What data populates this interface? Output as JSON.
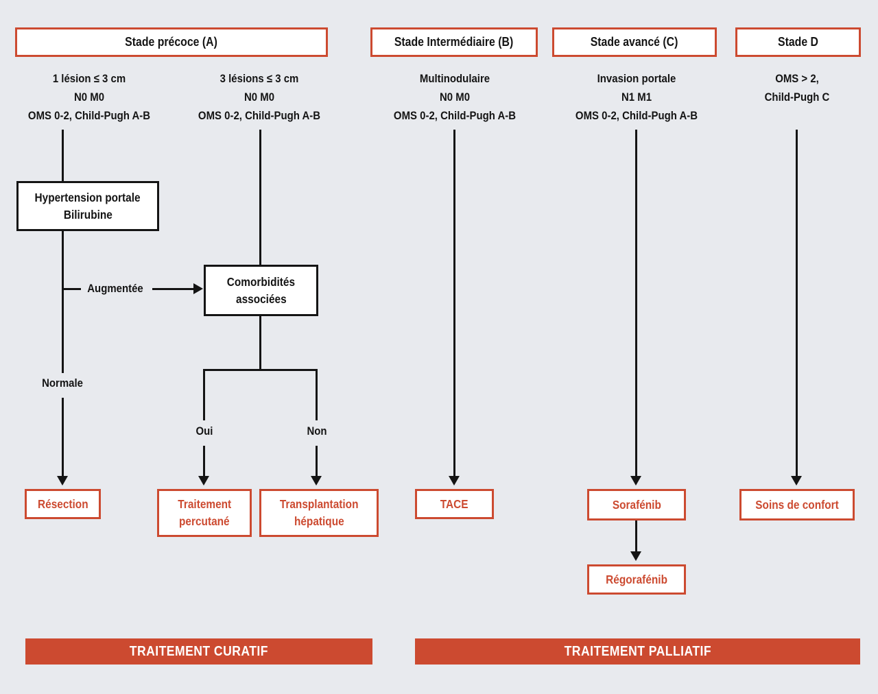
{
  "colors": {
    "accent": "#cc4a30",
    "ink": "#141414",
    "background": "#e8eaee"
  },
  "stages": {
    "a": {
      "title": "Stade précoce (A)"
    },
    "b": {
      "title": "Stade Intermédiaire (B)"
    },
    "c": {
      "title": "Stade avancé (C)"
    },
    "d": {
      "title": "Stade D"
    }
  },
  "criteria": {
    "a1": {
      "l1": "1 lésion ≤ 3 cm",
      "l2": "N0 M0",
      "l3": "OMS 0-2, Child-Pugh A-B"
    },
    "a2": {
      "l1": "3 lésions ≤ 3 cm",
      "l2": "N0 M0",
      "l3": "OMS 0-2, Child-Pugh A-B"
    },
    "b": {
      "l1": "Multinodulaire",
      "l2": "N0 M0",
      "l3": "OMS 0-2, Child-Pugh A-B"
    },
    "c": {
      "l1": "Invasion portale",
      "l2": "N1 M1",
      "l3": "OMS 0-2, Child-Pugh A-B"
    },
    "d": {
      "l1": "OMS > 2,",
      "l2": "Child-Pugh C"
    }
  },
  "decisions": {
    "hypertension": {
      "l1": "Hypertension portale",
      "l2": "Bilirubine"
    },
    "comorbidites": {
      "l1": "Comorbidités",
      "l2": "associées"
    }
  },
  "branches": {
    "augmentee": "Augmentée",
    "normale": "Normale",
    "oui": "Oui",
    "non": "Non"
  },
  "treatments": {
    "resection": "Résection",
    "percutane_l1": "Traitement",
    "percutane_l2": "percutané",
    "transplantation_l1": "Transplantation",
    "transplantation_l2": "hépatique",
    "tace": "TACE",
    "sorafenib": "Sorafénib",
    "soins": "Soins de confort",
    "regorafenib": "Régorafénib"
  },
  "footer": {
    "curatif": "TRAITEMENT CURATIF",
    "palliatif": "TRAITEMENT PALLIATIF"
  }
}
